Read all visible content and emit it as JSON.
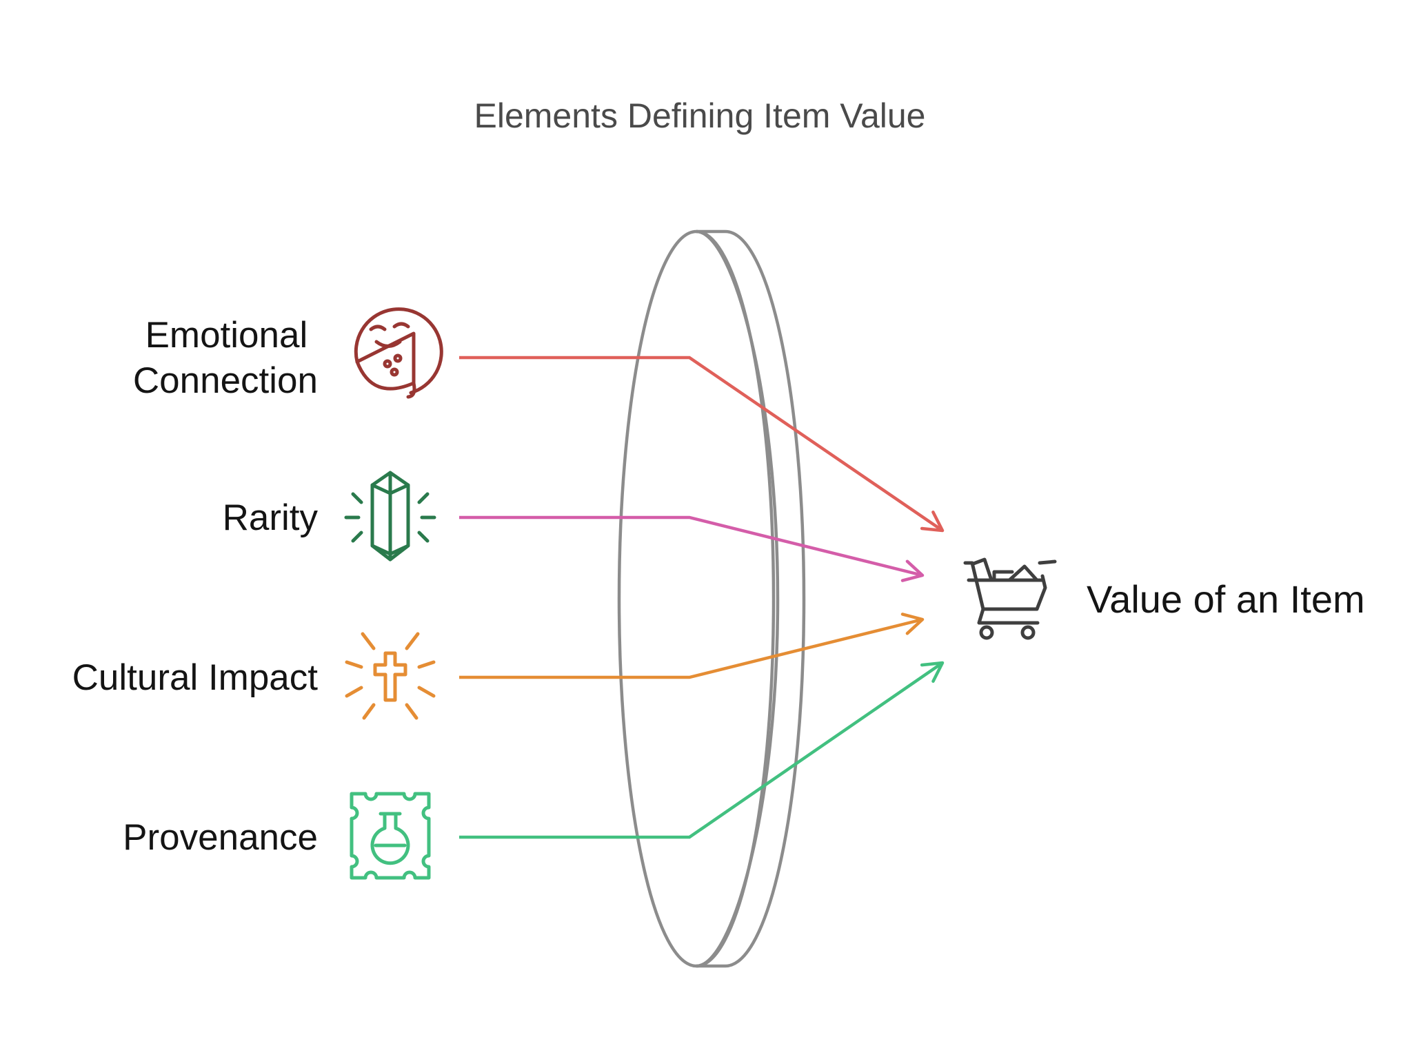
{
  "diagram": {
    "title": "Elements Defining Item Value",
    "factors": [
      {
        "lines": [
          "Emotional",
          "Connection"
        ],
        "icon": "emotional-connection-icon",
        "color": "#E0605A",
        "icon_color": "#983632"
      },
      {
        "lines": [
          "Rarity"
        ],
        "icon": "crystal-icon",
        "color": "#D45DA9",
        "icon_color": "#2A7A4C"
      },
      {
        "lines": [
          "Cultural Impact"
        ],
        "icon": "cross-icon",
        "color": "#E58D34",
        "icon_color": "#E58D34"
      },
      {
        "lines": [
          "Provenance"
        ],
        "icon": "stamp-icon",
        "color": "#42C080",
        "icon_color": "#42C080"
      }
    ],
    "outcome": {
      "label": "Value of an Item",
      "icon": "shopping-cart-icon",
      "icon_color": "#3F3F3F"
    },
    "lens": {
      "stroke_color": "#8C8C8C"
    }
  }
}
